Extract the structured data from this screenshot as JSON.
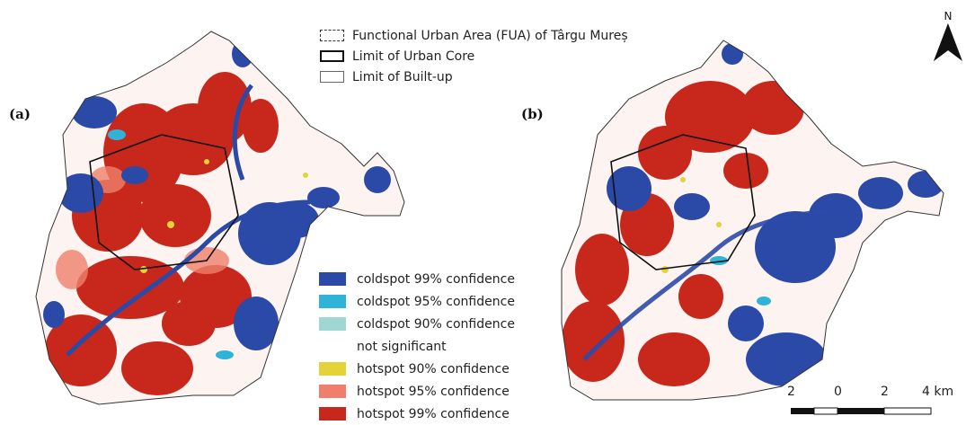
{
  "panels": [
    {
      "label": "(a)"
    },
    {
      "label": "(b)"
    }
  ],
  "boundary_legend": [
    {
      "label": "Functional Urban Area (FUA) of Târgu Mureș",
      "style": "dash-dot"
    },
    {
      "label": "Limit of Urban Core",
      "style": "solid-thick"
    },
    {
      "label": "Limit of Built-up",
      "style": "solid-thin"
    }
  ],
  "hotspot_legend": [
    {
      "label": "coldspot 99% confidence",
      "color": "#2b4aa8"
    },
    {
      "label": "coldspot 95% confidence",
      "color": "#2fb3d6"
    },
    {
      "label": "coldspot 90% confidence",
      "color": "#9fd8d2"
    },
    {
      "label": "not significant",
      "color": "#ffffff"
    },
    {
      "label": "hotspot 90% confidence",
      "color": "#e3d238"
    },
    {
      "label": "hotspot 95% confidence",
      "color": "#ef7f6c"
    },
    {
      "label": "hotspot 99% confidence",
      "color": "#c8281c"
    }
  ],
  "north_arrow": {
    "label": "N"
  },
  "scale_bar": {
    "ticks": [
      "2",
      "0",
      "2",
      "4 km"
    ]
  }
}
